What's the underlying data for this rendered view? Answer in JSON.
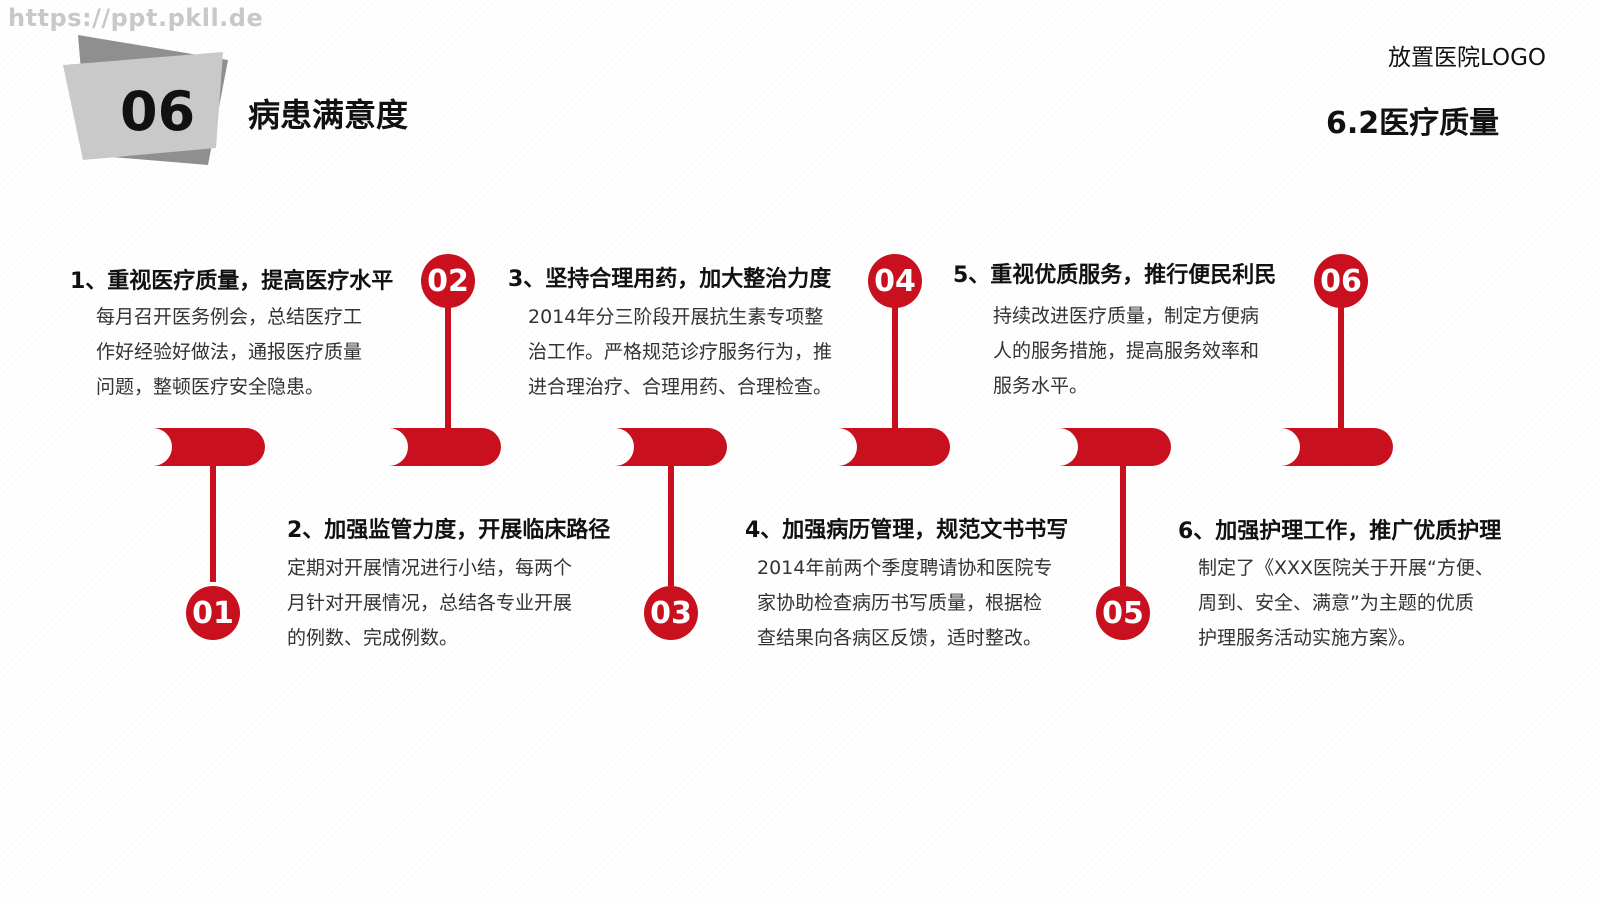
{
  "watermark": "https://ppt.pkll.de",
  "header": {
    "badge_number": "06",
    "title": "病患满意度",
    "logo_placeholder": "放置医院LOGO",
    "section_label": "6.2医疗质量"
  },
  "colors": {
    "accent": "#c8101e",
    "badge_dark": "#8f8f8f",
    "badge_light": "#c9c9c9"
  },
  "steps": [
    {
      "number": "01",
      "heading": "1、重视医疗质量，提高医疗水平",
      "lines": [
        "每月召开医务例会，总结医疗工",
        "作好经验好做法，通报医疗质量",
        "问题，整顿医疗安全隐患。"
      ]
    },
    {
      "number": "02",
      "heading": "2、加强监管力度，开展临床路径",
      "lines": [
        "定期对开展情况进行小结，每两个",
        "月针对开展情况，总结各专业开展",
        "的例数、完成例数。"
      ]
    },
    {
      "number": "03",
      "heading": "3、坚持合理用药，加大整治力度",
      "lines": [
        "2014年分三阶段开展抗生素专项整",
        "治工作。严格规范诊疗服务行为，推",
        "进合理治疗、合理用药、合理检查。"
      ]
    },
    {
      "number": "04",
      "heading": "4、加强病历管理，规范文书书写",
      "lines": [
        "2014年前两个季度聘请协和医院专",
        "家协助检查病历书写质量，根据检",
        "查结果向各病区反馈，适时整改。"
      ]
    },
    {
      "number": "05",
      "heading": "5、重视优质服务，推行便民利民",
      "lines": [
        "持续改进医疗质量，制定方便病",
        "人的服务措施，提高服务效率和",
        "服务水平。"
      ]
    },
    {
      "number": "06",
      "heading": "6、加强护理工作，推广优质护理",
      "lines": [
        "制定了《XXX医院关于开展“方便、",
        "周到、安全、满意”为主题的优质",
        "护理服务活动实施方案》。"
      ]
    }
  ]
}
